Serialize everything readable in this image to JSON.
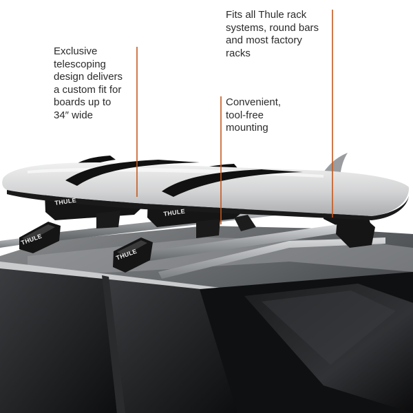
{
  "callouts": {
    "telescoping": "Exclusive\ntelescoping\ndesign delivers\na custom fit for\nboards up to\n34″ wide",
    "tool_free": "Convenient,\ntool-free\nmounting",
    "fits_all": "Fits all Thule rack\nsystems, round bars\nand most factory\nracks"
  },
  "brand": {
    "label": "THULE"
  },
  "colors": {
    "callout_line": "#c4581c",
    "text": "#2b2b2b",
    "board": "#d8d8d8",
    "carrier": "#151515"
  }
}
